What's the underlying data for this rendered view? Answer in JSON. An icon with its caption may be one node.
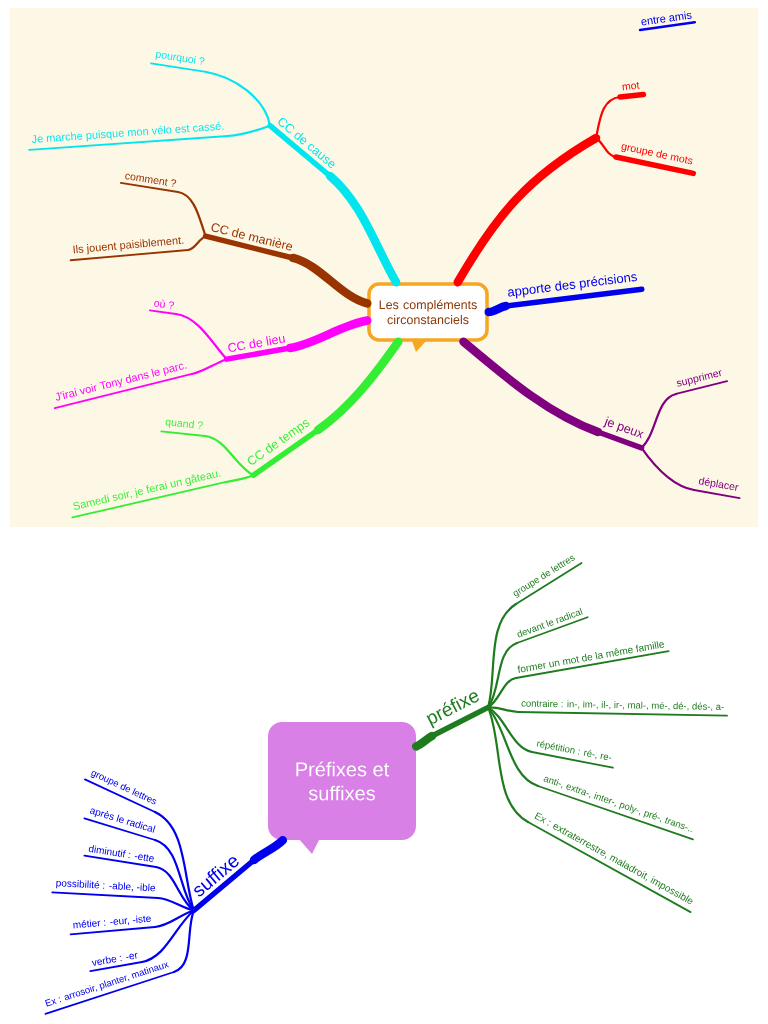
{
  "diagram": {
    "nodes": [
      {
        "text": [
          "Les compléments circonstanciels"
        ]
      },
      {
        "text": [
          "CC de cause"
        ]
      },
      {
        "text": [
          "pourquoi ?"
        ]
      },
      {
        "text": [
          "Je marche puisque mon vélo est cassé."
        ]
      },
      {
        "text": [
          "CC de manière"
        ]
      },
      {
        "text": [
          "comment ?"
        ]
      },
      {
        "text": [
          "Ils jouent paisiblement."
        ]
      },
      {
        "text": [
          "CC de lieu"
        ]
      },
      {
        "text": [
          "où ?"
        ]
      },
      {
        "text": [
          "J'irai voir Tony dans le parc."
        ]
      },
      {
        "text": [
          "CC de temps"
        ]
      },
      {
        "text": [
          "quand ?"
        ]
      },
      {
        "text": [
          "Samedi soir, je ferai un gâteau."
        ]
      },
      {
        "text": [
          "mot"
        ]
      },
      {
        "text": [
          "groupe de mots"
        ]
      },
      {
        "text": [
          "apporte des précisions"
        ]
      },
      {
        "text": [
          "je peux"
        ]
      },
      {
        "text": [
          "supprimer"
        ]
      },
      {
        "text": [
          "déplacer"
        ]
      },
      {
        "text": [
          "Préfixes et suffixes"
        ]
      },
      {
        "text": [
          "préfixe"
        ]
      },
      {
        "text": [
          "groupe de lettres"
        ]
      },
      {
        "text": [
          "devant le radical"
        ]
      },
      {
        "text": [
          "former un mot de la même famille"
        ]
      },
      {
        "text": [
          "contraire : in-, im-, il-, ir-, mal-, mé-, dé-, dés-, a-"
        ]
      },
      {
        "text": [
          "répétition : ré-, re-"
        ]
      },
      {
        "text": [
          "anti-, extra-, inter-, poly-, pré-, trans-.."
        ]
      },
      {
        "text": [
          "Ex : extraterrestre, maladroit, impossible"
        ]
      },
      {
        "text": [
          "suffixe"
        ]
      },
      {
        "text": [
          "groupe de lettres"
        ]
      },
      {
        "text": [
          "après le radical"
        ]
      },
      {
        "text": [
          "diminutif : -ette"
        ]
      },
      {
        "text": [
          "possibilité : -able, -ible"
        ]
      },
      {
        "text": [
          "métier : -eur, -iste"
        ]
      },
      {
        "text": [
          "verbe : -er"
        ]
      },
      {
        "text": [
          "Ex : arrosoir, planter, matinaux"
        ]
      }
    ],
    "edges": [
      {
        "from": 0,
        "to": 1,
        "arrow": "none",
        "style": "thick",
        "color": "#00e5ee"
      },
      {
        "from": 1,
        "to": 2,
        "arrow": "none",
        "color": "#00e5ee"
      },
      {
        "from": 1,
        "to": 3,
        "arrow": "none",
        "color": "#00e5ee"
      },
      {
        "from": 0,
        "to": 4,
        "arrow": "none",
        "style": "thick",
        "color": "#993300"
      },
      {
        "from": 4,
        "to": 5,
        "arrow": "none",
        "color": "#993300"
      },
      {
        "from": 4,
        "to": 6,
        "arrow": "none",
        "color": "#993300"
      },
      {
        "from": 0,
        "to": 7,
        "arrow": "none",
        "style": "thick",
        "color": "#ff00ff"
      },
      {
        "from": 7,
        "to": 8,
        "arrow": "none",
        "color": "#ff00ff"
      },
      {
        "from": 7,
        "to": 9,
        "arrow": "none",
        "color": "#ff00ff"
      },
      {
        "from": 0,
        "to": 10,
        "arrow": "none",
        "style": "thick",
        "color": "#33ee33"
      },
      {
        "from": 10,
        "to": 11,
        "arrow": "none",
        "color": "#33ee33"
      },
      {
        "from": 10,
        "to": 12,
        "arrow": "none",
        "color": "#33ee33"
      },
      {
        "from": 0,
        "to": 13,
        "arrow": "none",
        "style": "thick",
        "color": "#ff0000"
      },
      {
        "from": 0,
        "to": 14,
        "arrow": "none",
        "style": "thick",
        "color": "#ff0000"
      },
      {
        "from": 0,
        "to": 15,
        "arrow": "none",
        "style": "thick",
        "color": "#0000ee"
      },
      {
        "from": 0,
        "to": 16,
        "arrow": "none",
        "style": "thick",
        "color": "#800080"
      },
      {
        "from": 16,
        "to": 17,
        "arrow": "none",
        "color": "#800080"
      },
      {
        "from": 16,
        "to": 18,
        "arrow": "none",
        "color": "#800080"
      },
      {
        "from": 19,
        "to": 20,
        "arrow": "none",
        "style": "thick",
        "color": "#1e7b1e"
      },
      {
        "from": 20,
        "to": 21,
        "arrow": "none",
        "color": "#1e7b1e"
      },
      {
        "from": 20,
        "to": 22,
        "arrow": "none",
        "color": "#1e7b1e"
      },
      {
        "from": 20,
        "to": 23,
        "arrow": "none",
        "color": "#1e7b1e"
      },
      {
        "from": 20,
        "to": 24,
        "arrow": "none",
        "color": "#1e7b1e"
      },
      {
        "from": 20,
        "to": 25,
        "arrow": "none",
        "color": "#1e7b1e"
      },
      {
        "from": 20,
        "to": 26,
        "arrow": "none",
        "color": "#1e7b1e"
      },
      {
        "from": 20,
        "to": 27,
        "arrow": "none",
        "color": "#1e7b1e"
      },
      {
        "from": 19,
        "to": 28,
        "arrow": "none",
        "style": "thick",
        "color": "#0000ee"
      },
      {
        "from": 28,
        "to": 29,
        "arrow": "none",
        "color": "#0000ee"
      },
      {
        "from": 28,
        "to": 30,
        "arrow": "none",
        "color": "#0000ee"
      },
      {
        "from": 28,
        "to": 31,
        "arrow": "none",
        "color": "#0000ee"
      },
      {
        "from": 28,
        "to": 32,
        "arrow": "none",
        "color": "#0000ee"
      },
      {
        "from": 28,
        "to": 33,
        "arrow": "none",
        "color": "#0000ee"
      },
      {
        "from": 28,
        "to": 34,
        "arrow": "none",
        "color": "#0000ee"
      },
      {
        "from": 28,
        "to": 35,
        "arrow": "none",
        "color": "#0000ee"
      }
    ],
    "labels": [
      "entre amis"
    ]
  }
}
